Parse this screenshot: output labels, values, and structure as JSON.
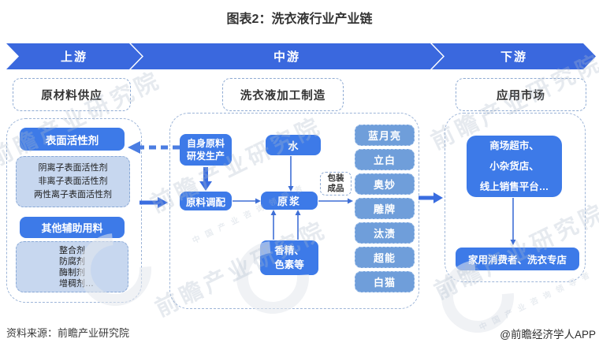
{
  "title": "图表2：洗衣液行业产业链",
  "banner": {
    "upstream": "上游",
    "midstream": "中游",
    "downstream": "下游"
  },
  "upstream": {
    "header": "原材料供应",
    "surfactant": {
      "label": "表面活性剂",
      "items": [
        "阴离子表面活性剂",
        "非离子表面活性剂",
        "两性离子表面活性剂"
      ]
    },
    "auxiliary": {
      "label": "其他辅助用料",
      "items": [
        "整合剂",
        "防腐剂",
        "酶制剂",
        "增稠剂…"
      ]
    }
  },
  "midstream": {
    "header": "洗衣液加工制造",
    "self_production": {
      "line1": "自身原料",
      "line2": "研发生产"
    },
    "blending": "原料调配",
    "water": "水",
    "stock": "原浆",
    "additives": {
      "line1": "香精、",
      "line2": "色素等"
    },
    "packaging": {
      "line1": "包装",
      "line2": "成品"
    },
    "brands": [
      "蓝月亮",
      "立白",
      "奥妙",
      "雕牌",
      "汰渍",
      "超能",
      "白猫"
    ]
  },
  "downstream": {
    "header": "应用市场",
    "channels": [
      "商场超市、",
      "小杂货店、",
      "线上销售平台…"
    ],
    "consumers": "家用消费者、洗衣专店"
  },
  "footer": {
    "source": "资料来源：前瞻产业研究院",
    "credit": "@前瞻经济学人APP"
  },
  "watermark": {
    "text": "前瞻产业研究院",
    "subtext": "中国产业咨询领导者"
  },
  "colors": {
    "banner_blue": "#3a68de",
    "box_blue": "#3d7ae8",
    "brand_blue": "#6f9eda",
    "light_blue_fill": "#c7d7ef",
    "dashed_border": "#8fabd3"
  }
}
